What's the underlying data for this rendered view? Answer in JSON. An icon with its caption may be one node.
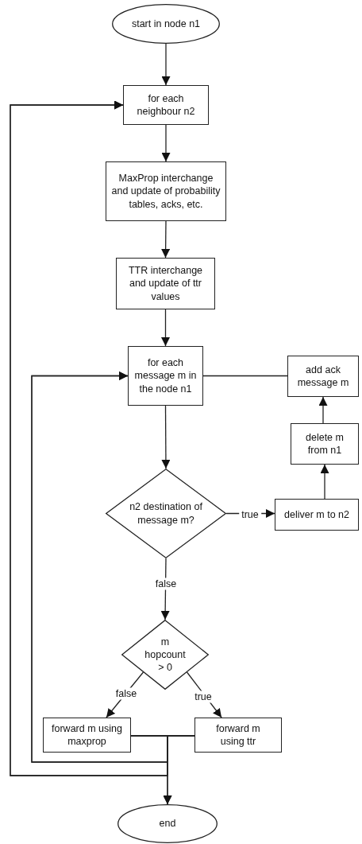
{
  "diagram": {
    "nodes": [
      {
        "text": [
          "start in node n1"
        ]
      },
      {
        "text": [
          "for each neighbour n2"
        ]
      },
      {
        "text": [
          "MaxProp interchange and update of probability tables, acks, etc."
        ]
      },
      {
        "text": [
          "TTR interchange and update of ttr values"
        ]
      },
      {
        "text": [
          "for each message m in the node n1"
        ]
      },
      {
        "text": [
          "add ack message m"
        ]
      },
      {
        "text": [
          "delete m from n1"
        ]
      },
      {
        "text": [
          "n2 destination of message m?"
        ]
      },
      {
        "text": [
          "deliver m to n2"
        ]
      },
      {
        "text": [
          "m hopcount > 0"
        ]
      },
      {
        "text": [
          "forward m using maxprop"
        ]
      },
      {
        "text": [
          "forward m using ttr"
        ]
      },
      {
        "text": [
          "end"
        ]
      }
    ],
    "edges": [
      {
        "from": 0,
        "to": 1,
        "arrow": "to"
      },
      {
        "from": 1,
        "to": 2,
        "arrow": "to"
      },
      {
        "from": 2,
        "to": 3,
        "arrow": "to"
      },
      {
        "from": 3,
        "to": 4,
        "arrow": "to"
      },
      {
        "from": 4,
        "to": 7,
        "arrow": "to"
      },
      {
        "from": 7,
        "to": 8,
        "arrow": "to",
        "label": "true"
      },
      {
        "from": 8,
        "to": 6,
        "arrow": "to"
      },
      {
        "from": 6,
        "to": 5,
        "arrow": "to"
      },
      {
        "from": 5,
        "to": 4,
        "arrow": "none"
      },
      {
        "from": 7,
        "to": 9,
        "arrow": "to",
        "label": "false"
      },
      {
        "from": 9,
        "to": 10,
        "arrow": "to",
        "label": "false"
      },
      {
        "from": 9,
        "to": 11,
        "arrow": "to",
        "label": "true"
      },
      {
        "from": 10,
        "to": 4,
        "arrow": "to"
      },
      {
        "from": 11,
        "to": 4,
        "arrow": "to"
      },
      {
        "from": 10,
        "to": 1,
        "arrow": "to"
      },
      {
        "from": 11,
        "to": 1,
        "arrow": "to"
      },
      {
        "from": 10,
        "to": 12,
        "arrow": "to"
      },
      {
        "from": 11,
        "to": 12,
        "arrow": "to"
      }
    ]
  }
}
